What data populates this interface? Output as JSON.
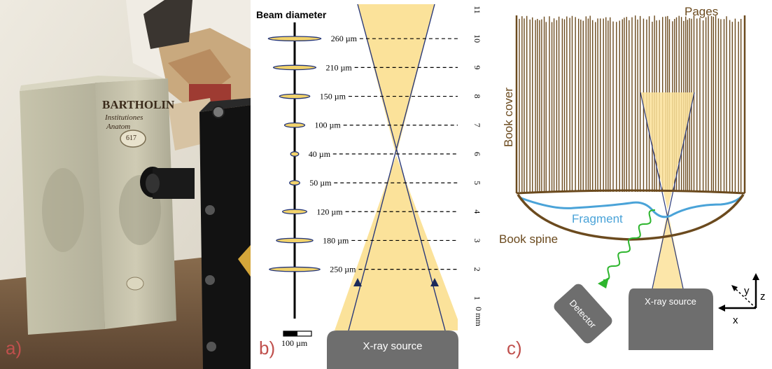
{
  "panels": {
    "a": {
      "label": "a)",
      "spine_title": "BARTHOLIN",
      "spine_line1": "Institutiones",
      "spine_line2": "Anatom",
      "shelf_number": "617"
    },
    "b": {
      "label": "b)",
      "title": "Beam diameter",
      "source_label": "X-ray source",
      "scale_bar_label": "100 µm",
      "ruler_unit": "0 mm",
      "ruler_ticks": [
        "1",
        "2",
        "3",
        "4",
        "5",
        "6",
        "7",
        "8",
        "9",
        "10",
        "11"
      ],
      "beam_sizes": [
        {
          "label": "260 µm",
          "mm": 10
        },
        {
          "label": "210 µm",
          "mm": 9
        },
        {
          "label": "150 µm",
          "mm": 8
        },
        {
          "label": "100 µm",
          "mm": 7
        },
        {
          "label": "40 µm",
          "mm": 6
        },
        {
          "label": "50 µm",
          "mm": 5
        },
        {
          "label": "120 µm",
          "mm": 4
        },
        {
          "label": "180 µm",
          "mm": 3
        },
        {
          "label": "250 µm",
          "mm": 2
        }
      ]
    },
    "c": {
      "label": "c)",
      "pages_label": "Pages",
      "cover_label": "Book cover",
      "fragment_label": "Fragment",
      "spine_label": "Book spine",
      "detector_label": "Detector",
      "source_label": "X-ray source",
      "axes": {
        "x": "x",
        "y": "y",
        "z": "z"
      }
    }
  },
  "colors": {
    "label_red": "#c0504d",
    "beam_yellow": "#fbe29a",
    "ellipse_fill": "#f2d36b",
    "ellipse_stroke": "#23357a",
    "book_brown": "#6b4a1e",
    "fragment_blue": "#4aa3d8",
    "source_gray": "#6e6e6e",
    "arrow_green": "#2db52d"
  }
}
